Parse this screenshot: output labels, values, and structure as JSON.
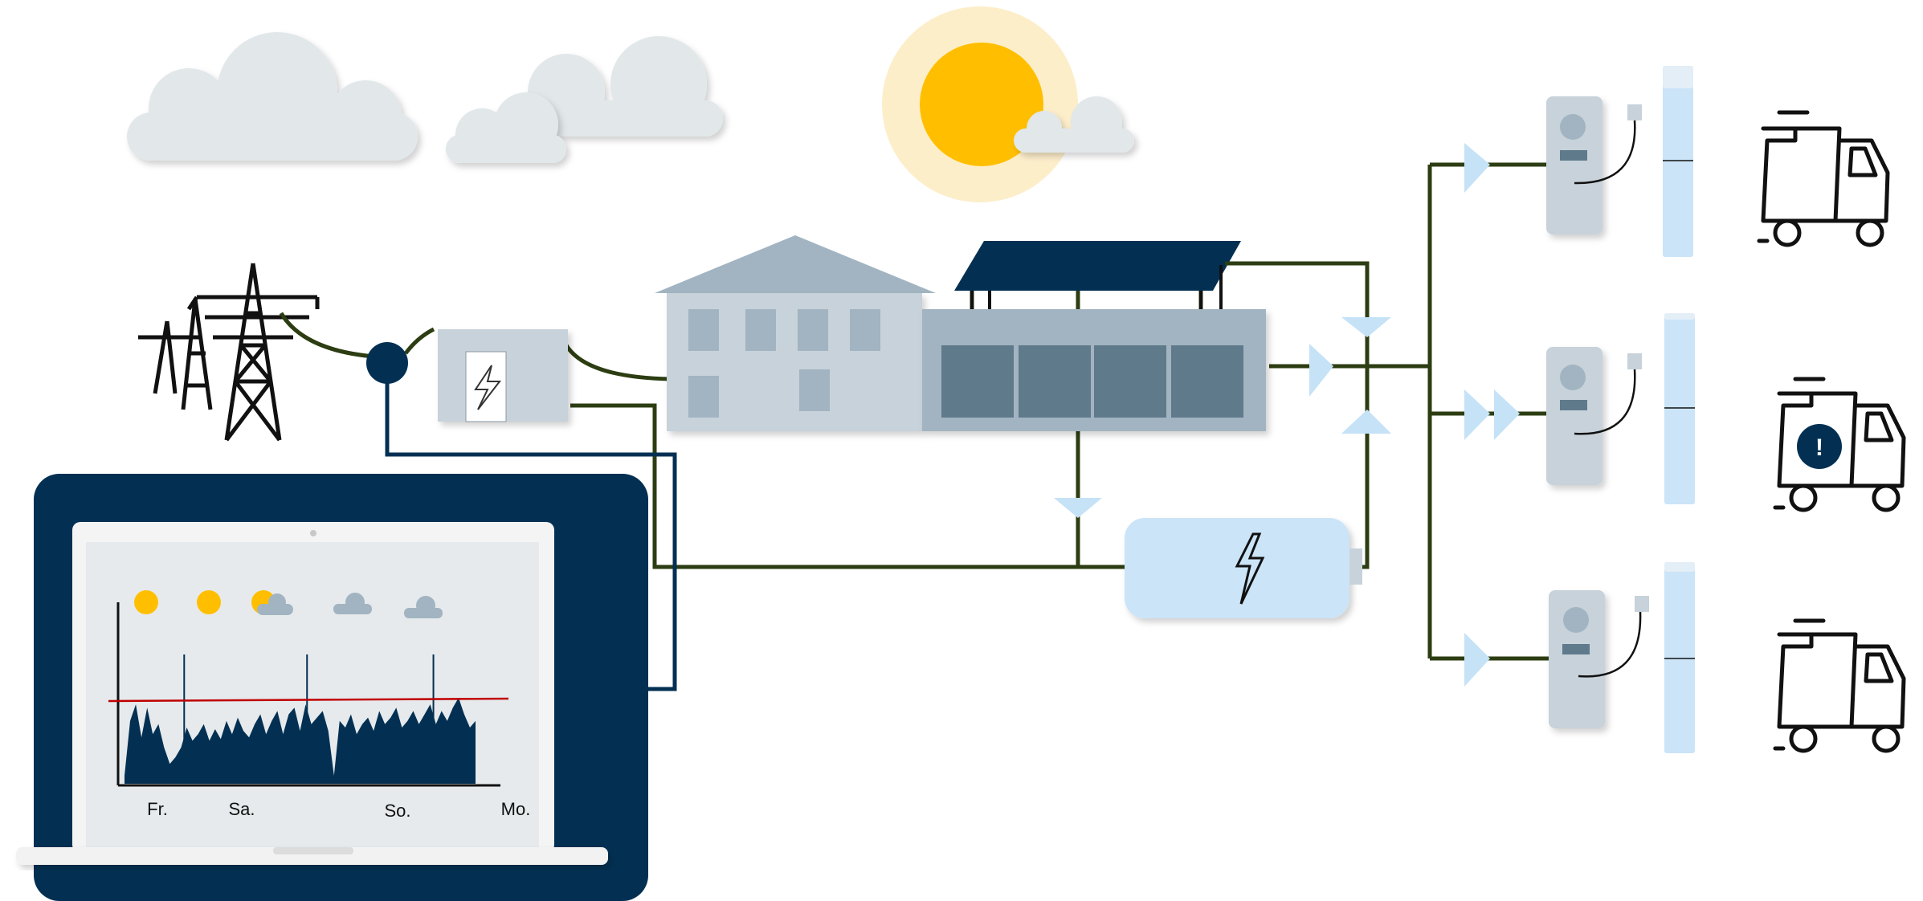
{
  "colors": {
    "navy": "#033052",
    "grid_line": "#2c3d12",
    "building_light": "#c7d2da",
    "building_roof": "#a2b4c1",
    "window_dark": "#5f7a8b",
    "cloud": "#e2e7ea",
    "sun": "#ffbf00",
    "sun_glow": "#fdeeca",
    "battery": "#cbe4f8",
    "arrow": "#c5e2f7",
    "charger": "#c7d2da",
    "limit_line": "#c00000",
    "screen": "#e6eaed"
  },
  "icons": {
    "weather_row": [
      "sun-icon",
      "sun-icon",
      "sun-cloud-icon",
      "cloud-icon",
      "cloud-icon"
    ],
    "trucks": [
      "truck-icon",
      "truck-alert-icon",
      "truck-icon"
    ]
  },
  "laptop": {
    "chart_axis_labels": [
      "Fr.",
      "Sa.",
      "So.",
      "Mo."
    ]
  },
  "trucks": {
    "alert_symbol": "!"
  },
  "chart_data": {
    "type": "area",
    "title": "",
    "xlabel": "",
    "ylabel": "",
    "x_ticks": [
      "Fr.",
      "Sa.",
      "So.",
      "Mo."
    ],
    "ylim": [
      0,
      1
    ],
    "limit_line": 0.5,
    "day_markers_at": [
      0.17,
      0.52,
      0.88
    ],
    "values": [
      0.05,
      0.38,
      0.48,
      0.28,
      0.46,
      0.3,
      0.36,
      0.22,
      0.12,
      0.16,
      0.22,
      0.34,
      0.26,
      0.3,
      0.36,
      0.26,
      0.33,
      0.27,
      0.38,
      0.3,
      0.4,
      0.32,
      0.28,
      0.36,
      0.42,
      0.3,
      0.38,
      0.44,
      0.3,
      0.42,
      0.46,
      0.32,
      0.48,
      0.36,
      0.4,
      0.44,
      0.32,
      0.05,
      0.38,
      0.34,
      0.42,
      0.3,
      0.36,
      0.4,
      0.32,
      0.44,
      0.36,
      0.4,
      0.46,
      0.34,
      0.38,
      0.44,
      0.36,
      0.42,
      0.48,
      0.36,
      0.44,
      0.38,
      0.46,
      0.52,
      0.42,
      0.34,
      0.38
    ],
    "grid": false,
    "legend": "none"
  }
}
